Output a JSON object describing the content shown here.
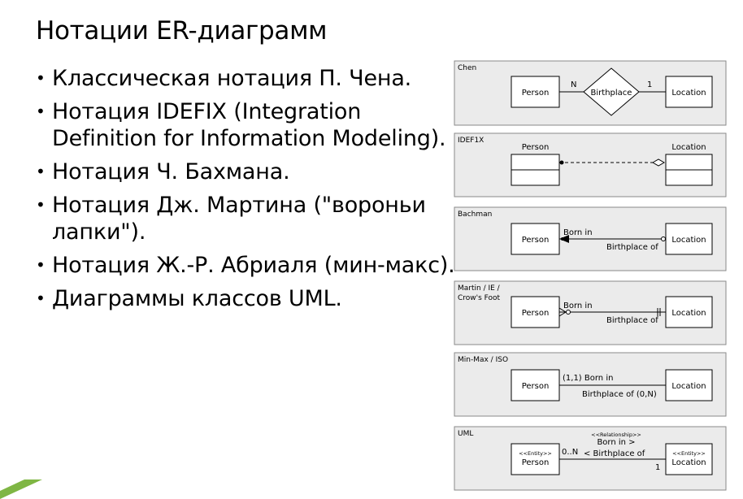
{
  "slide": {
    "title": "Нотации ER-диаграмм",
    "bullets": [
      "Классическая нотация П. Чена.",
      "Нотация IDEFIX (Integration Definition for Information Modeling).",
      "Нотация Ч. Бахмана.",
      "Нотация Дж. Мартина (\"вороньи лапки\").",
      "Нотация Ж.-Р. Абриаля (мин-макс).",
      "Диаграммы классов UML."
    ]
  },
  "diagrams": {
    "chen": {
      "label": "Chen",
      "entity_left": "Person",
      "relationship": "Birthplace",
      "entity_right": "Location",
      "card_left": "N",
      "card_right": "1"
    },
    "idef1x": {
      "label": "IDEF1X",
      "entity_left": "Person",
      "entity_right": "Location"
    },
    "bachman": {
      "label": "Bachman",
      "entity_left": "Person",
      "entity_right": "Location",
      "role_top": "Born in",
      "role_bottom": "Birthplace of"
    },
    "martin": {
      "label_line1": "Martin / IE /",
      "label_line2": "Crow's Foot",
      "entity_left": "Person",
      "entity_right": "Location",
      "role_top": "Born in",
      "role_bottom": "Birthplace of"
    },
    "minmax": {
      "label": "Min-Max / ISO",
      "entity_left": "Person",
      "entity_right": "Location",
      "role_top": "(1,1) Born in",
      "role_bottom": "Birthplace of (0,N)"
    },
    "uml": {
      "label": "UML",
      "stereotype_rel": "<<Relationship>>",
      "role_top": "Born in >",
      "role_bottom": "< Birthplace of",
      "mult_left": "0..N",
      "mult_right": "1",
      "stereotype_entity": "<<Entity>>",
      "entity_left": "Person",
      "entity_right": "Location"
    }
  },
  "colors": {
    "panel_fill": "#ebebeb",
    "panel_stroke": "#8a8a8a",
    "accent_green": "#7fb644"
  }
}
